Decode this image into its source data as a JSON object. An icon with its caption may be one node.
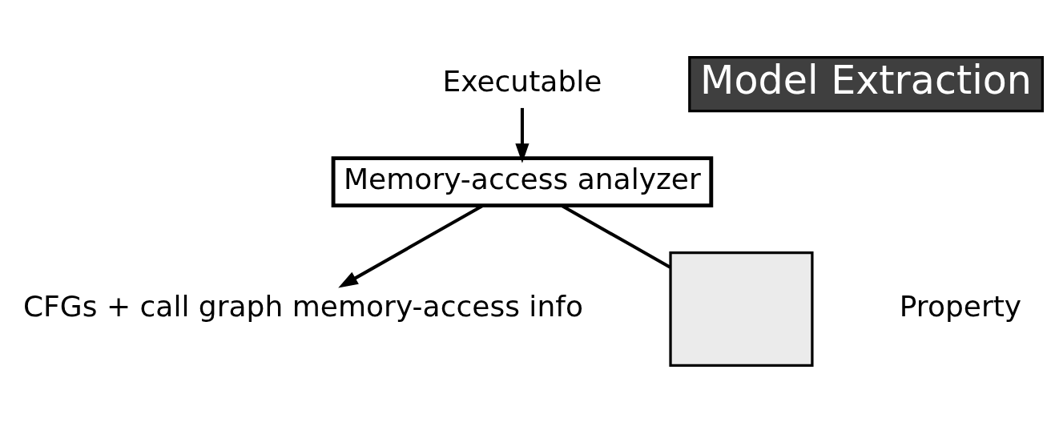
{
  "diagram": {
    "nodes": [
      {
        "text": [
          "Executable"
        ]
      },
      {
        "text": [
          "Memory-access analyzer"
        ]
      },
      {
        "text": [
          "CFGs + call graph memory-access info"
        ]
      },
      {
        "text": [
          "Model Extraction"
        ]
      },
      {
        "text": [],
        "shape": "box"
      },
      {
        "text": [
          "Property"
        ]
      }
    ],
    "edges": [
      {
        "from": 0,
        "to": 1,
        "arrow": "to"
      },
      {
        "from": 1,
        "to": 2,
        "arrow": "to"
      },
      {
        "from": 4,
        "to": 1,
        "arrow": "none"
      }
    ]
  }
}
